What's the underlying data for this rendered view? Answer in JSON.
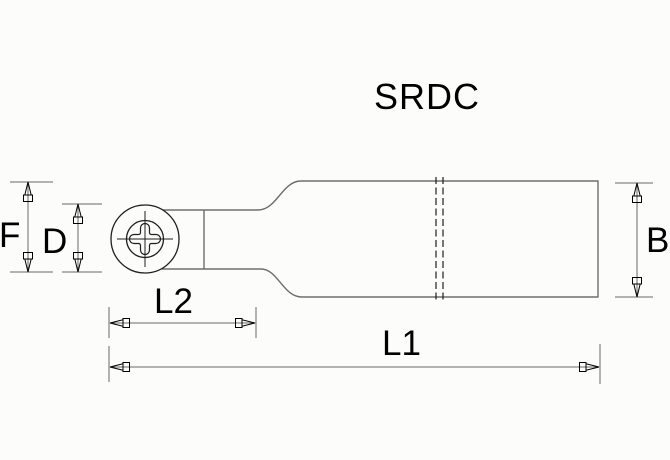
{
  "drawing": {
    "title": "SRDC",
    "labels": {
      "F": "F",
      "D": "D",
      "B": "B",
      "L2": "L2",
      "L1": "L1"
    },
    "colors": {
      "outline": "#6e6e6e",
      "detail": "#1f1f1f",
      "dimension": "#686868",
      "arrow": "#000000",
      "text": "#000000",
      "background": "#fcfcfa"
    }
  }
}
